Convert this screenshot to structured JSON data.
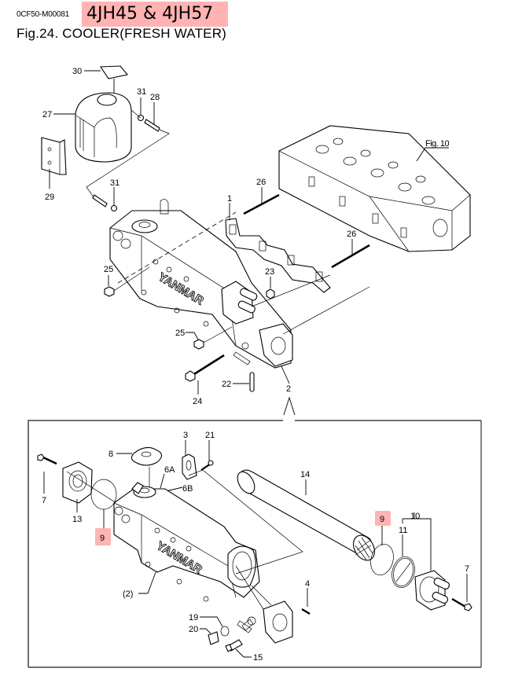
{
  "header": {
    "doc_code": "0CF50-M00081",
    "model_badge": "4JH45 & 4JH57",
    "figure_title": "Fig.24.  COOLER(FRESH WATER)"
  },
  "colors": {
    "highlight": "#ffb3b3",
    "frame": "#707070",
    "line": "#000000"
  },
  "reference": {
    "cylinder_head_ref": "Fig. 10"
  },
  "brand_text": "YANMAR",
  "upper_view": {
    "callouts": [
      {
        "id": "30",
        "part": "label-plate"
      },
      {
        "id": "31",
        "part": "clip",
        "note": "top"
      },
      {
        "id": "28",
        "part": "hose"
      },
      {
        "id": "27",
        "part": "reserve-tank"
      },
      {
        "id": "29",
        "part": "bracket"
      },
      {
        "id": "31",
        "part": "clip",
        "note": "lower"
      },
      {
        "id": "26",
        "part": "stud",
        "note": "upper"
      },
      {
        "id": "1",
        "part": "gasket"
      },
      {
        "id": "26",
        "part": "stud",
        "note": "lower"
      },
      {
        "id": "25",
        "part": "nut",
        "note": "left"
      },
      {
        "id": "23",
        "part": "nut"
      },
      {
        "id": "25",
        "part": "nut",
        "note": "bottom"
      },
      {
        "id": "22",
        "part": "pin"
      },
      {
        "id": "24",
        "part": "bolt"
      },
      {
        "id": "2",
        "part": "cooler-assembly"
      }
    ]
  },
  "detail_view": {
    "callouts": [
      {
        "id": "3",
        "part": "plate"
      },
      {
        "id": "21",
        "part": "screw"
      },
      {
        "id": "8",
        "part": "pressure-cap"
      },
      {
        "id": "6A",
        "part": "filler-neck"
      },
      {
        "id": "6B",
        "part": "filler-seal"
      },
      {
        "id": "7",
        "part": "bolt",
        "note": "left"
      },
      {
        "id": "13",
        "part": "cover"
      },
      {
        "id": "9",
        "part": "o-ring",
        "note": "left",
        "highlighted": true
      },
      {
        "id": "14",
        "part": "tube-stack"
      },
      {
        "id": "9",
        "part": "o-ring",
        "note": "right",
        "highlighted": true
      },
      {
        "id": "10",
        "part": "end-cover-assembly"
      },
      {
        "id": "11",
        "part": "o-ring-divider"
      },
      {
        "id": "7",
        "part": "bolt",
        "note": "right"
      },
      {
        "id": "(2)",
        "part": "cooler-body"
      },
      {
        "id": "4",
        "part": "stud"
      },
      {
        "id": "19",
        "part": "washer"
      },
      {
        "id": "20",
        "part": "plug"
      },
      {
        "id": "15",
        "part": "drain-cock"
      }
    ]
  }
}
